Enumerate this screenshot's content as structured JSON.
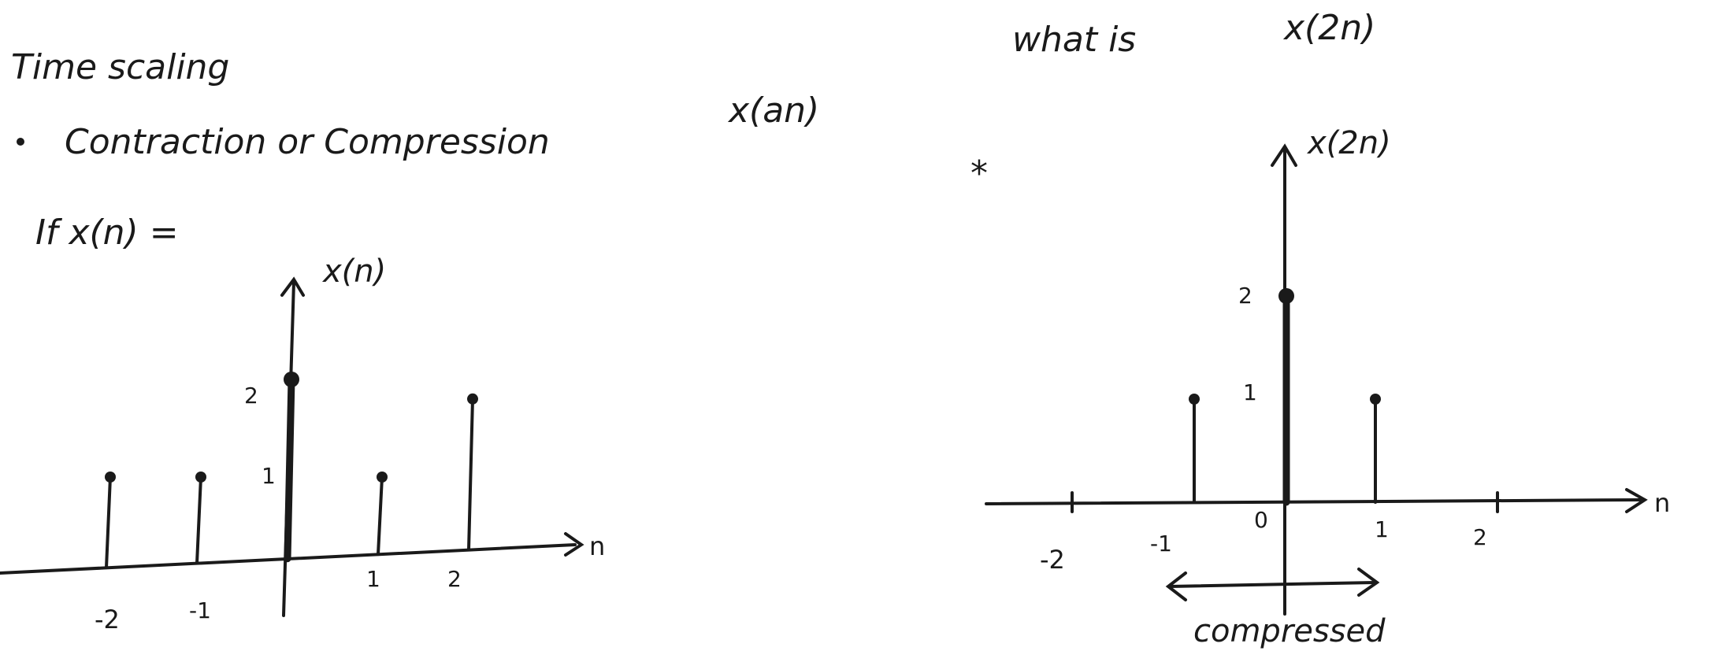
{
  "title": "Time scaling",
  "bullet": "Contraction or Compression",
  "bullet_expr": "x(an)",
  "condition": "If  x(n) =",
  "question_prefix": "what is",
  "question_expr": "x(2n)",
  "asterisk": "*",
  "left_plot": {
    "y_label": "x(n)",
    "x_label": "n",
    "x_ticks": [
      "-2",
      "-1",
      "1",
      "2"
    ],
    "y_ticks": [
      "2",
      "1"
    ]
  },
  "right_plot": {
    "y_label": "x(2n)",
    "x_label": "n",
    "x_ticks": [
      "-2",
      "-1",
      "0",
      "1",
      "2"
    ],
    "y_ticks": [
      "2",
      "1"
    ],
    "annotation": "compressed"
  },
  "chart_data": [
    {
      "type": "scatter",
      "title": "",
      "xlabel": "n",
      "ylabel": "x(n)",
      "x": [
        -2,
        -1,
        0,
        1,
        2
      ],
      "values": [
        1,
        1,
        2,
        1,
        1.8
      ]
    },
    {
      "type": "scatter",
      "title": "",
      "xlabel": "n",
      "ylabel": "x(2n)",
      "x": [
        -1,
        0,
        1
      ],
      "values": [
        1,
        2,
        1
      ]
    }
  ]
}
